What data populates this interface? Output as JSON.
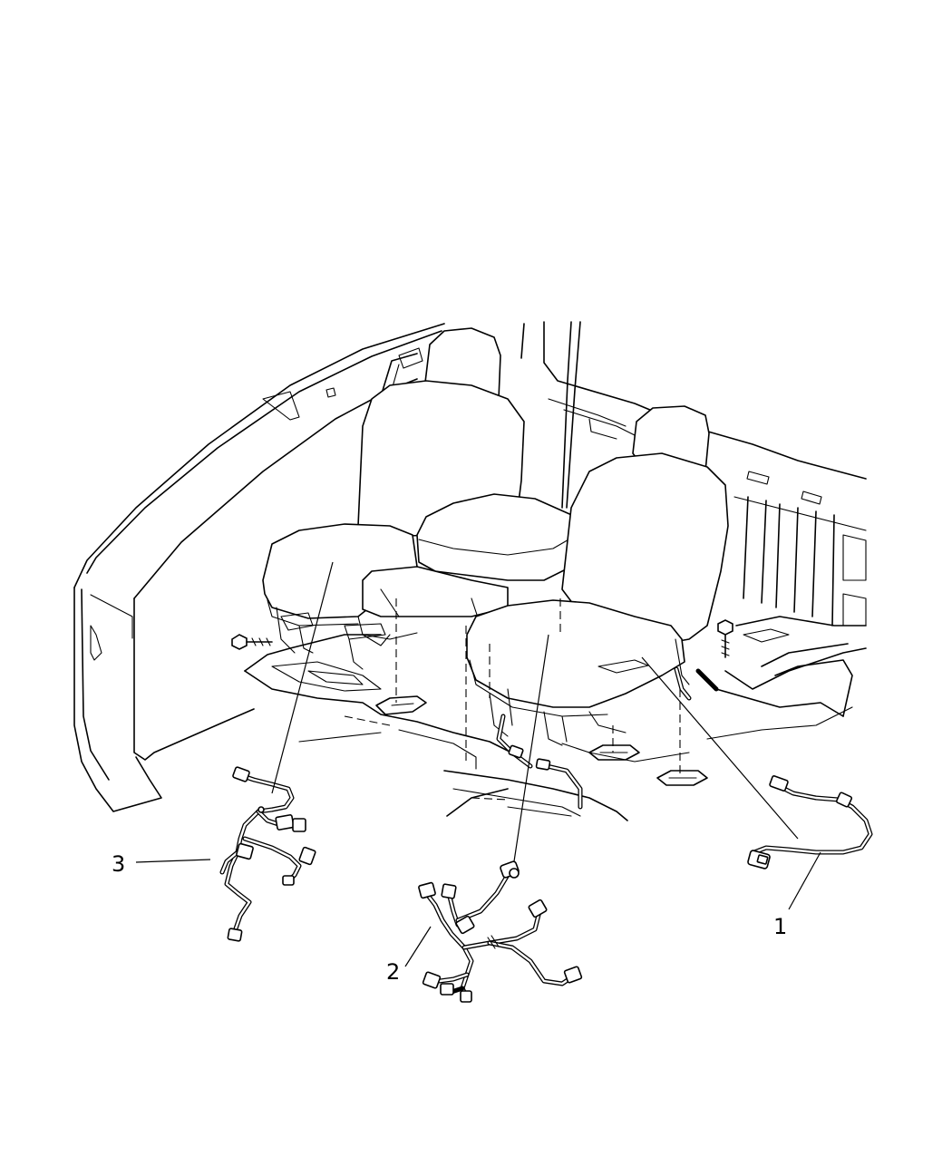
{
  "callouts": {
    "item_1": "1",
    "item_2": "2",
    "item_3": "3"
  }
}
